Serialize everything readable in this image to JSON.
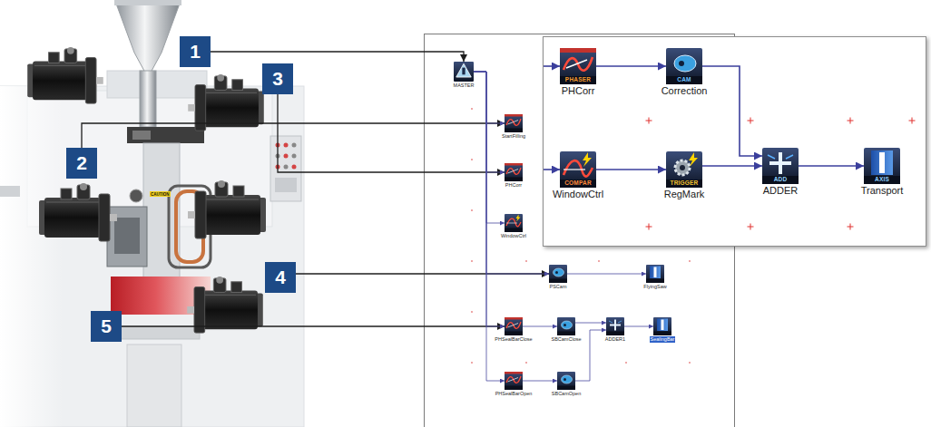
{
  "diagram": {
    "nodes": [
      {
        "text": [
          "1"
        ]
      },
      {
        "text": [
          "2"
        ]
      },
      {
        "text": [
          "3"
        ]
      },
      {
        "text": [
          "4"
        ]
      },
      {
        "text": [
          "5"
        ]
      },
      {
        "text": [
          "MASTER"
        ]
      },
      {
        "text": [
          "StartFilling"
        ]
      },
      {
        "text": [
          "PHCorr"
        ]
      },
      {
        "text": [
          "WindowCtrl"
        ]
      },
      {
        "text": [
          "PSCam"
        ]
      },
      {
        "text": [
          "FlyingSaw"
        ]
      },
      {
        "text": [
          "PHSealBarClose"
        ]
      },
      {
        "text": [
          "SBCamClose"
        ]
      },
      {
        "text": [
          "ADDER1"
        ]
      },
      {
        "text": [
          "SealingBar"
        ]
      },
      {
        "text": [
          "PHSealBarOpen"
        ]
      },
      {
        "text": [
          "SBCamOpen"
        ]
      },
      {
        "text": [
          "PHASER",
          "PHCorr"
        ]
      },
      {
        "text": [
          "CAM",
          "Correction"
        ]
      },
      {
        "text": [
          "COMPAR",
          "WindowCtrl"
        ]
      },
      {
        "text": [
          "TRIGGER",
          "RegMark"
        ]
      },
      {
        "text": [
          "ADD",
          "ADDER"
        ]
      },
      {
        "text": [
          "AXIS",
          "Transport"
        ]
      }
    ],
    "edges": [
      {
        "from": 0,
        "to": 5,
        "arrow": "to"
      },
      {
        "from": 1,
        "to": 6,
        "arrow": "to"
      },
      {
        "from": 2,
        "to": 7,
        "arrow": "to"
      },
      {
        "from": 3,
        "to": 9,
        "arrow": "to"
      },
      {
        "from": 4,
        "to": 11,
        "arrow": "to"
      },
      {
        "from": 5,
        "to": 6,
        "arrow": "to"
      },
      {
        "from": 5,
        "to": 7,
        "arrow": "to"
      },
      {
        "from": 5,
        "to": 8,
        "arrow": "to"
      },
      {
        "from": 5,
        "to": 9,
        "arrow": "to"
      },
      {
        "from": 5,
        "to": 11,
        "arrow": "to"
      },
      {
        "from": 5,
        "to": 15,
        "arrow": "to"
      },
      {
        "from": 9,
        "to": 10,
        "arrow": "to"
      },
      {
        "from": 11,
        "to": 12,
        "arrow": "to"
      },
      {
        "from": 12,
        "to": 13,
        "arrow": "to"
      },
      {
        "from": 16,
        "to": 13,
        "arrow": "to"
      },
      {
        "from": 13,
        "to": 14,
        "arrow": "to"
      },
      {
        "from": 15,
        "to": 16,
        "arrow": "to"
      },
      {
        "from": 17,
        "to": 18,
        "arrow": "to"
      },
      {
        "from": 18,
        "to": 21,
        "arrow": "to"
      },
      {
        "from": 19,
        "to": 20,
        "arrow": "to"
      },
      {
        "from": 20,
        "to": 21,
        "arrow": "to"
      },
      {
        "from": 21,
        "to": 22,
        "arrow": "to"
      }
    ],
    "labels": [
      "CAUTION"
    ]
  }
}
